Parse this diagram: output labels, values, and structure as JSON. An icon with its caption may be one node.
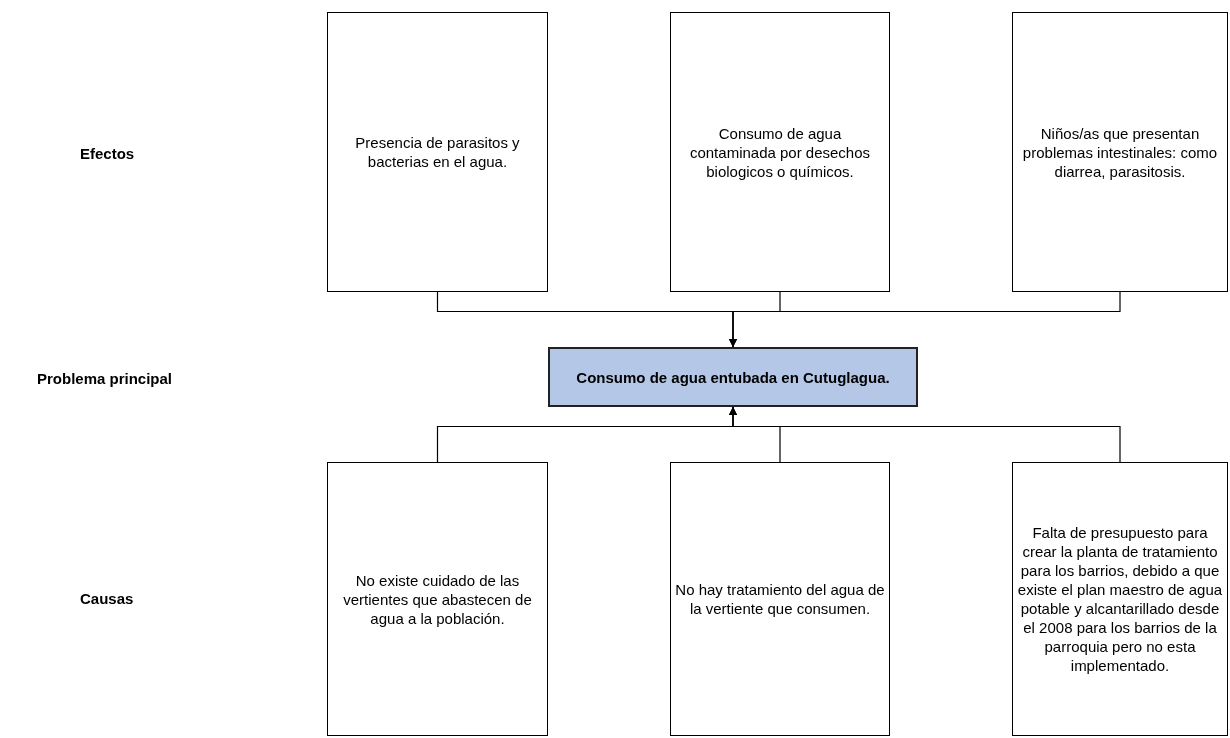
{
  "diagram": {
    "nodes": [
      {
        "text": [
          "Presencia de parasitos y bacterias en el agua."
        ]
      },
      {
        "text": [
          "Consumo de agua contaminada por desechos biologicos o químicos."
        ]
      },
      {
        "text": [
          "Niños/as que presentan problemas intestinales: como diarrea, parasitosis."
        ]
      },
      {
        "text": [
          "Consumo de agua entubada en Cutuglagua."
        ]
      },
      {
        "text": [
          "No existe cuidado de las vertientes que abastecen de agua a la población."
        ]
      },
      {
        "text": [
          "No hay tratamiento del agua de la vertiente que consumen."
        ]
      },
      {
        "text": [
          "Falta de presupuesto para crear la planta de tratamiento para los barrios, debido a que existe el plan maestro de agua potable y alcantarillado desde el 2008 para los barrios de la parroquia pero no esta implementado."
        ]
      }
    ],
    "edges": [
      {
        "from": 0,
        "to": 3,
        "arrow": "to"
      },
      {
        "from": 1,
        "to": 3,
        "arrow": "to"
      },
      {
        "from": 2,
        "to": 3,
        "arrow": "to"
      },
      {
        "from": 4,
        "to": 3,
        "arrow": "to"
      },
      {
        "from": 5,
        "to": 3,
        "arrow": "to"
      },
      {
        "from": 6,
        "to": 3,
        "arrow": "to"
      }
    ],
    "labels": [
      "Efectos",
      "Problema principal",
      "Causas"
    ]
  }
}
